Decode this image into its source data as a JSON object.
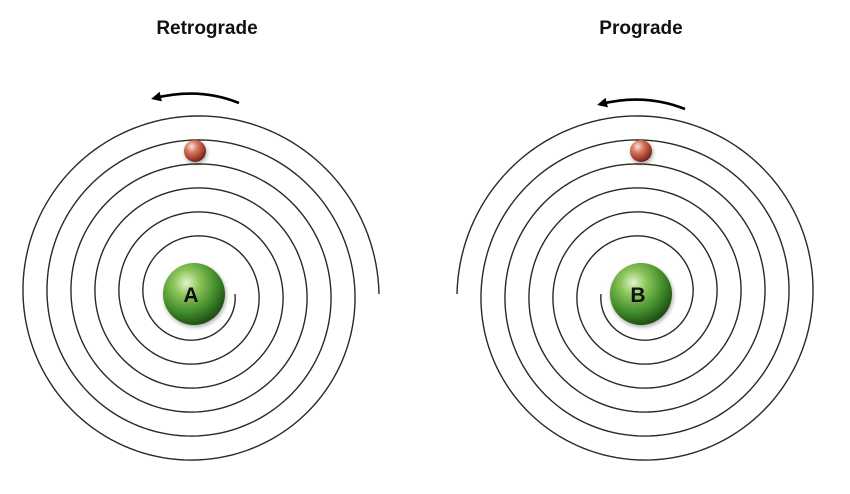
{
  "panels": [
    {
      "id": "left",
      "title": "Retrograde",
      "planet_label": "A",
      "spiral_direction": "clockwise-outward",
      "arrow_direction": "counterclockwise"
    },
    {
      "id": "right",
      "title": "Prograde",
      "planet_label": "B",
      "spiral_direction": "counterclockwise-outward",
      "arrow_direction": "counterclockwise"
    }
  ],
  "colors": {
    "spiral": "#2a2a1e",
    "planet": "#3f8a2a",
    "moon": "#b8463a",
    "arrow": "#000000",
    "text": "#111111"
  },
  "spiral_turns": 6
}
